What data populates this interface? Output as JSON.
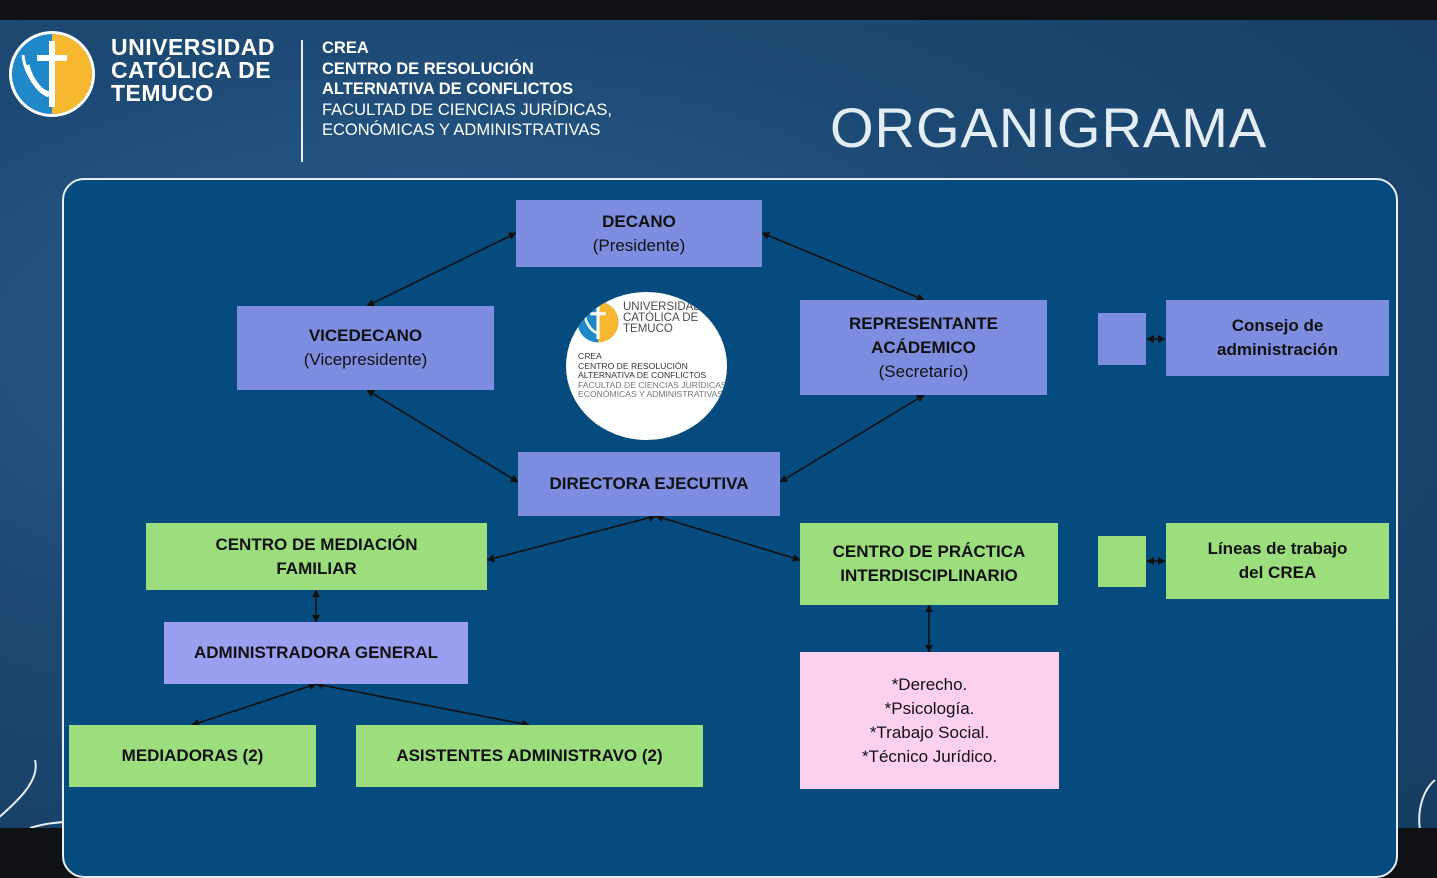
{
  "header": {
    "university": [
      "UNIVERSIDAD",
      "CATÓLICA DE",
      "TEMUCO"
    ],
    "crea_title": "CREA",
    "crea_line1": "CENTRO DE RESOLUCIÓN",
    "crea_line2": "ALTERNATIVA DE CONFLICTOS",
    "faculty_line1": "FACULTAD DE CIENCIAS JURÍDICAS,",
    "faculty_line2": "ECONÓMICAS Y ADMINISTRATIVAS",
    "page_title": "ORGANIGRAMA"
  },
  "center_logo": {
    "university": [
      "UNIVERSIDAD",
      "CATÓLICA DE",
      "TEMUCO"
    ],
    "lines": [
      "CREA",
      "CENTRO DE RESOLUCIÓN",
      "ALTERNATIVA DE CONFLICTOS",
      "FACULTAD DE CIENCIAS JURÍDICAS",
      "ECONÓMICAS Y ADMINISTRATIVAS"
    ]
  },
  "nodes": {
    "decano": {
      "title": "DECANO",
      "subtitle": "(Presidente)"
    },
    "vicedecano": {
      "title": "VICEDECANO",
      "subtitle": "(Vicepresidente)"
    },
    "representante": {
      "title_1": "REPRESENTANTE",
      "title_2": "ACÁDEMICO",
      "subtitle": "(Secretarío)"
    },
    "directora": {
      "title": "DIRECTORA EJECUTIVA"
    },
    "mediacion": {
      "title_1": "CENTRO DE MEDIACIÓN",
      "title_2": "FAMILIAR"
    },
    "practica": {
      "title_1": "CENTRO DE PRÁCTICA",
      "title_2": "INTERDISCIPLINARIO"
    },
    "administradora": {
      "title": "ADMINISTRADORA GENERAL"
    },
    "mediadoras": {
      "title": "MEDIADORAS (2)"
    },
    "asistentes": {
      "title": "ASISTENTES ADMINISTRAVO (2)"
    },
    "disciplinas": [
      "*Derecho.",
      "*Psicología.",
      "*Trabajo Social.",
      "*Técnico Jurídico."
    ]
  },
  "legend": {
    "consejo": {
      "line1": "Consejo de",
      "line2": "administración",
      "color": "#7d8de0"
    },
    "lineas": {
      "line1": "Líneas de trabajo",
      "line2": "del CREA",
      "color": "#9cdd7e"
    }
  },
  "colors": {
    "panel": "#064b7e",
    "purple": "#7d8de0",
    "light_purple": "#9a9ff0",
    "green": "#9cdd7e",
    "pink": "#fdd1ee",
    "logo_blue": "#1e88c9",
    "logo_yellow": "#f5b82e"
  }
}
